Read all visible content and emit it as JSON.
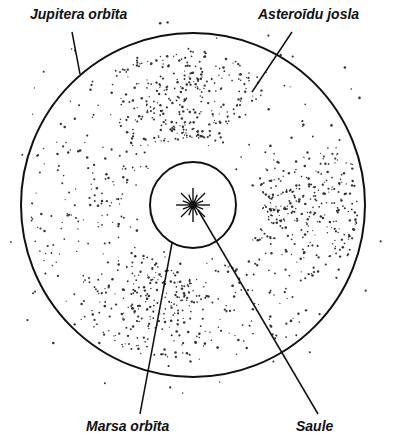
{
  "diagram": {
    "labels": [
      "Jupitera orbīta",
      "Asteroīdu josla",
      "Marsa orbīta",
      "Saule"
    ]
  }
}
